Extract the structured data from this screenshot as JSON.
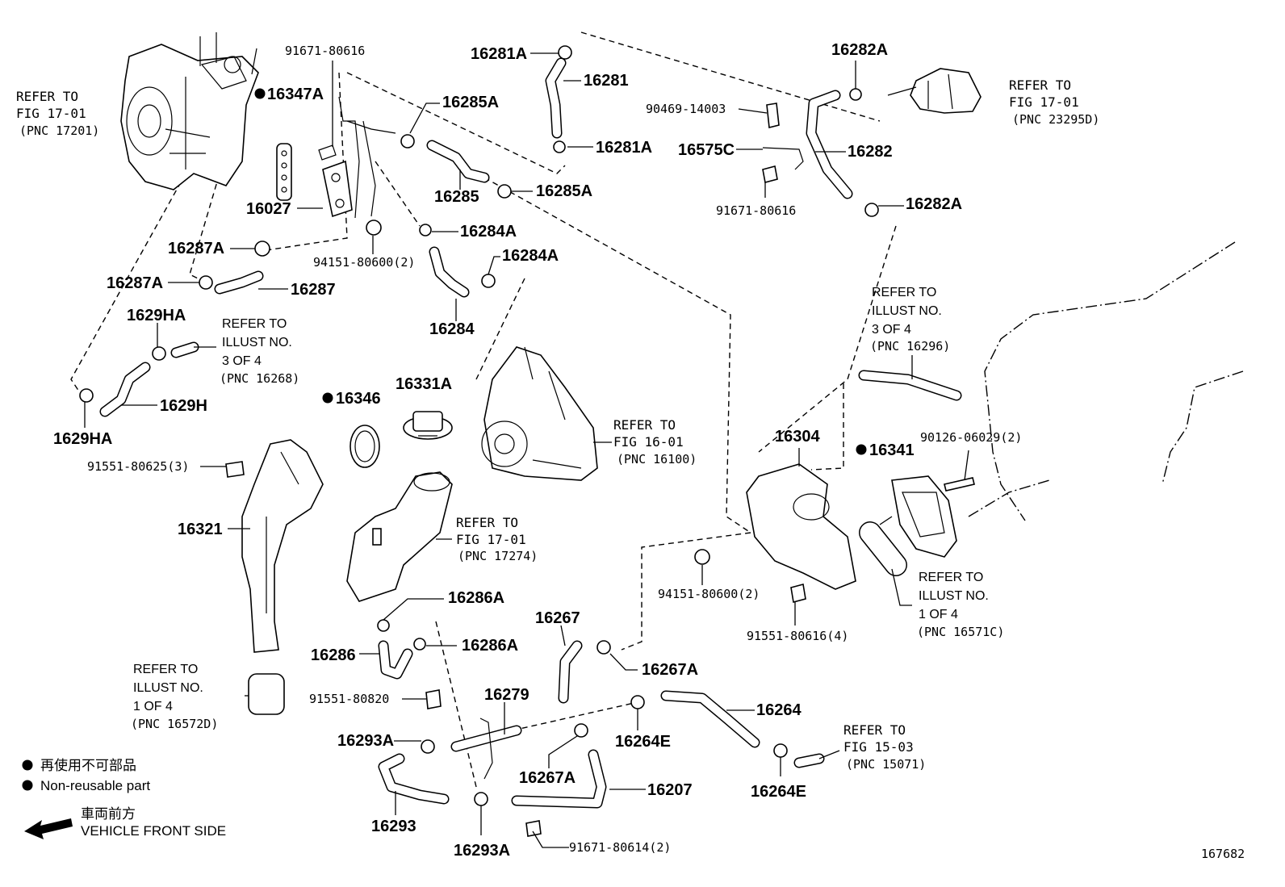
{
  "colors": {
    "ink": "#000000",
    "paper": "#ffffff"
  },
  "labels": {
    "p16347A": "16347A",
    "p91671_80616_a": "91671-80616",
    "p16281A_top": "16281A",
    "p16281": "16281",
    "p16281A_mid": "16281A",
    "p16285A_top": "16285A",
    "p16285": "16285",
    "p16285A_bot": "16285A",
    "p16282A_top": "16282A",
    "p90469": "90469-14003",
    "p16575C": "16575C",
    "p16282": "16282",
    "p91671_80616_b": "91671-80616",
    "p16282A_bot": "16282A",
    "p16027": "16027",
    "p16284A_a": "16284A",
    "p94151_a": "94151-80600(2)",
    "p16284A_b": "16284A",
    "p16284": "16284",
    "p16287A_a": "16287A",
    "p16287A_b": "16287A",
    "p16287": "16287",
    "p1629HA_top": "1629HA",
    "p1629H": "1629H",
    "p1629HA_bot": "1629HA",
    "p16346": "16346",
    "p16331A": "16331A",
    "p16304": "16304",
    "p16341": "16341",
    "p90126": "90126-06029(2)",
    "p91551_80625": "91551-80625(3)",
    "p16321": "16321",
    "p94151_b": "94151-80600(2)",
    "p91551_80616": "91551-80616(4)",
    "p16286A_top": "16286A",
    "p16286": "16286",
    "p16286A_bot": "16286A",
    "p16267": "16267",
    "p16267A_a": "16267A",
    "p91551_80820": "91551-80820",
    "p16279": "16279",
    "p16264": "16264",
    "p16293A_top": "16293A",
    "p16264E_a": "16264E",
    "p16267A_b": "16267A",
    "p16207": "16207",
    "p16264E_b": "16264E",
    "p16293": "16293",
    "p16293A_bot": "16293A",
    "p91671_80614": "91671-80614(2)"
  },
  "refs": {
    "r1": [
      "REFER TO",
      "FIG 17-01",
      "(PNC 17201)"
    ],
    "r2": [
      "REFER TO",
      "FIG 17-01",
      "(PNC 23295D)"
    ],
    "r3": [
      "REFER TO",
      "ILLUST NO.",
      "3 OF 4",
      "(PNC 16268)"
    ],
    "r4": [
      "REFER TO",
      "ILLUST NO.",
      "3 OF 4",
      "(PNC 16296)"
    ],
    "r5": [
      "REFER TO",
      "FIG 16-01",
      "(PNC 16100)"
    ],
    "r6": [
      "REFER TO",
      "FIG 17-01",
      "(PNC 17274)"
    ],
    "r7": [
      "REFER TO",
      "ILLUST NO.",
      "1 OF 4",
      "(PNC 16571C)"
    ],
    "r8": [
      "REFER TO",
      "ILLUST NO.",
      "1 OF 4",
      "(PNC 16572D)"
    ],
    "r9": [
      "REFER TO",
      "FIG 15-03",
      "(PNC 15071)"
    ]
  },
  "legend": {
    "jp_nonreusable": "再使用不可部品",
    "en_nonreusable": "Non-reusable part",
    "jp_front": "車両前方",
    "en_front": "VEHICLE FRONT SIDE"
  },
  "illustration_id": "167682",
  "icons": {
    "non_reusable_marker": "filled-circle-icon",
    "front_arrow": "arrow-left-icon"
  }
}
